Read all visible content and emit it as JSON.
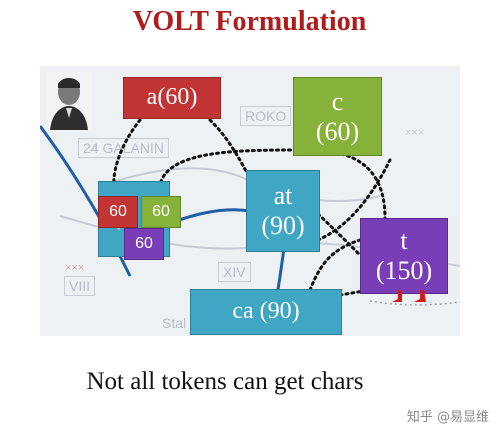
{
  "title": "VOLT Formulation",
  "map_labels": {
    "rokos": "ROKO",
    "galanin": "24 GALANIN",
    "xiv": "XIV",
    "viii": "VIII",
    "stal": "Stal"
  },
  "nodes": {
    "a": {
      "label": "a(60)",
      "color": "#c33535"
    },
    "c": {
      "line1": "c",
      "line2": "(60)",
      "color": "#86b23a"
    },
    "at": {
      "line1": "at",
      "line2": "(90)",
      "color": "#3fa7c4"
    },
    "t": {
      "line1": "t",
      "line2": "(150)",
      "color": "#7a3db8"
    },
    "ca": {
      "label": "ca (90)",
      "color": "#3fa7c4"
    },
    "cluster_red": {
      "label": "60",
      "color": "#c33535"
    },
    "cluster_green": {
      "label": "60",
      "color": "#86b23a"
    },
    "cluster_purple": {
      "label": "60",
      "color": "#7a3db8"
    },
    "cluster_hidden": {
      "label": "(",
      "color": "#3fa7c4"
    }
  },
  "caption": "Not all tokens can get chars",
  "watermark": "知乎 @易显维"
}
